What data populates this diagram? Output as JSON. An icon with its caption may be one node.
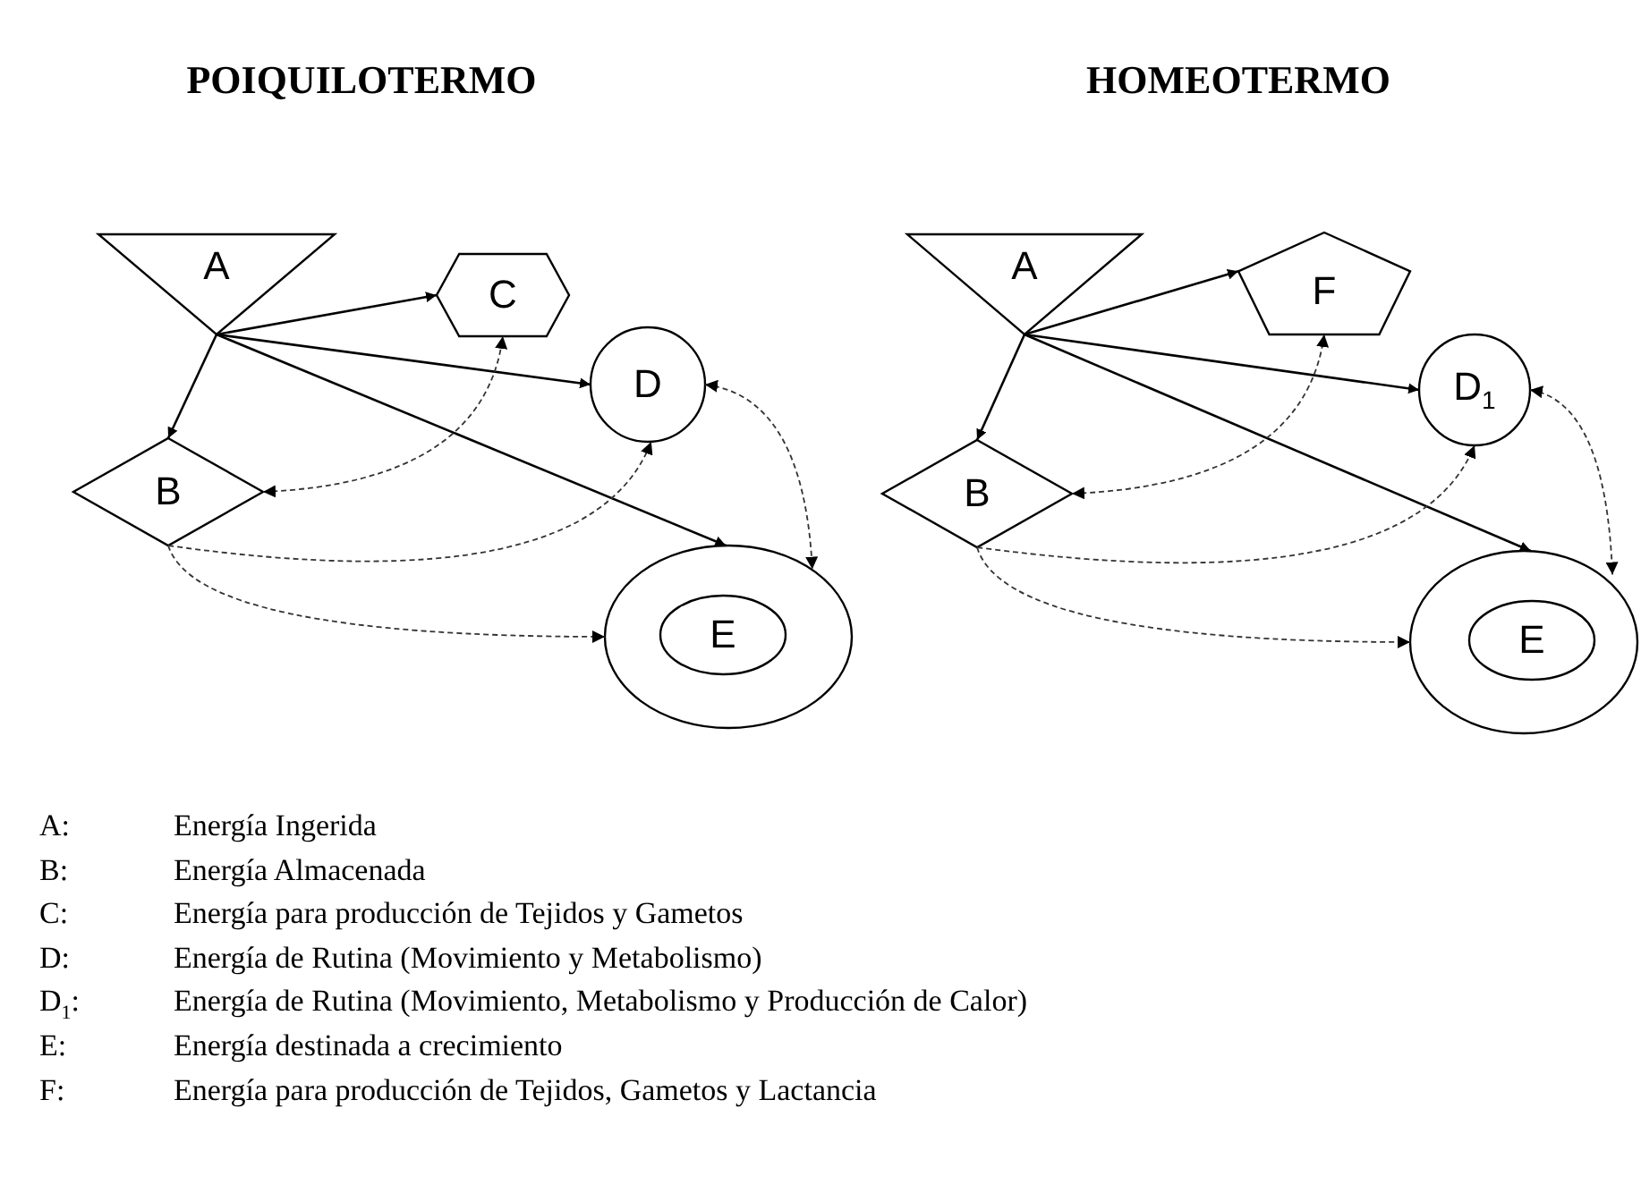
{
  "diagram": {
    "nodes": [
      {
        "text": [
          "A"
        ]
      },
      {
        "text": [
          "C"
        ]
      },
      {
        "text": [
          "D"
        ]
      },
      {
        "text": [
          "B"
        ]
      },
      {
        "text": [],
        "shape": "ellipse"
      },
      {
        "text": [
          "E"
        ],
        "in": 4
      },
      {
        "text": [
          "A"
        ]
      },
      {
        "text": [
          "F"
        ]
      },
      {
        "text": [
          "D$_{1}$"
        ]
      },
      {
        "text": [
          "B"
        ]
      },
      {
        "text": [],
        "shape": "ellipse"
      },
      {
        "text": [
          "E"
        ],
        "in": 10
      }
    ],
    "edges": [
      {
        "from": 0,
        "to": 3,
        "arrow": "to"
      },
      {
        "from": 0,
        "to": 1,
        "arrow": "to"
      },
      {
        "from": 0,
        "to": 2,
        "arrow": "to"
      },
      {
        "from": 0,
        "to": 4,
        "arrow": "to"
      },
      {
        "from": 3,
        "to": 1,
        "arrow": "both",
        "style": "dashed"
      },
      {
        "from": 3,
        "to": 2,
        "arrow": "to",
        "style": "dashed"
      },
      {
        "from": 3,
        "to": 4,
        "arrow": "to",
        "style": "dashed"
      },
      {
        "from": 2,
        "to": 4,
        "arrow": "both",
        "style": "dashed"
      },
      {
        "from": 6,
        "to": 9,
        "arrow": "to"
      },
      {
        "from": 6,
        "to": 7,
        "arrow": "to"
      },
      {
        "from": 6,
        "to": 8,
        "arrow": "to"
      },
      {
        "from": 6,
        "to": 10,
        "arrow": "to"
      },
      {
        "from": 9,
        "to": 7,
        "arrow": "both",
        "style": "dashed"
      },
      {
        "from": 9,
        "to": 8,
        "arrow": "to",
        "style": "dashed"
      },
      {
        "from": 9,
        "to": 10,
        "arrow": "to",
        "style": "dashed"
      },
      {
        "from": 8,
        "to": 10,
        "arrow": "both",
        "style": "dashed"
      }
    ],
    "labels": [
      "POIQUILOTERMO",
      "HOMEOTERMO",
      "A:",
      "Energía Ingerida",
      "B:",
      "Energía Almacenada",
      "C:",
      "Energía para producción de Tejidos y Gametos",
      "D:",
      "Energía de Rutina (Movimiento y Metabolismo)",
      "D$_{1}$:",
      "Energía de Rutina (Movimiento, Metabolismo y Producción de Calor)",
      "E:",
      "Energía destinada a crecimiento",
      "F:",
      "Energía para producción de Tejidos, Gametos y Lactancia"
    ]
  }
}
